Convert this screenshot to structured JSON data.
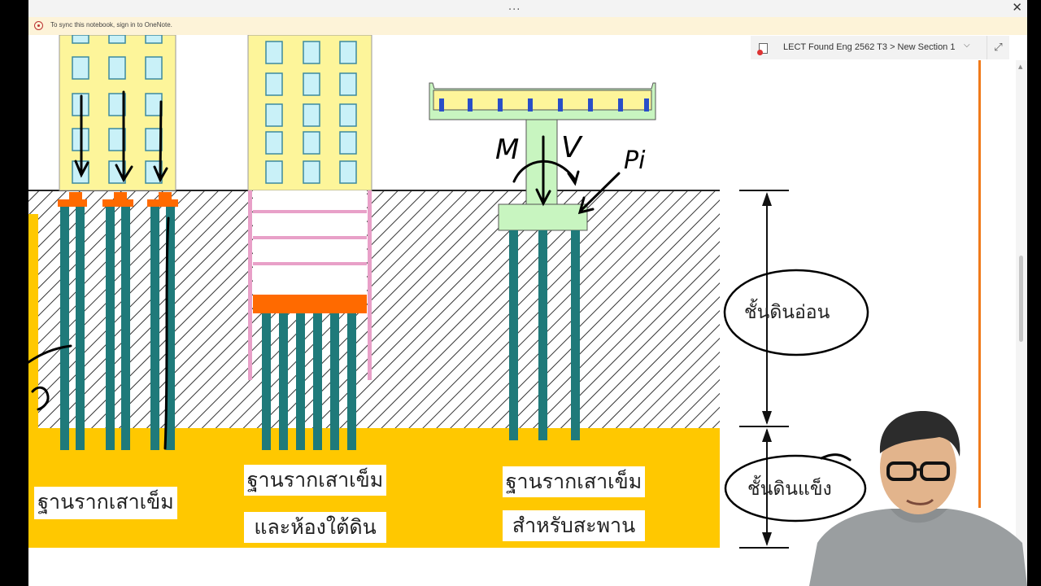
{
  "window": {
    "title_dots": "...",
    "close_glyph": "✕"
  },
  "sync_bar": {
    "text": "To sync this notebook, sign in to OneNote."
  },
  "nav": {
    "breadcrumb": "LECT Found Eng 2562 T3 > New Section 1",
    "chevron": "⌵",
    "expand_glyph": "⤢"
  },
  "diagram": {
    "label_pile_foundation": "ฐานรากเสาเข็ม",
    "label_pile_basement_line1": "ฐานรากเสาเข็ม",
    "label_pile_basement_line2": "และห้องใต้ดิน",
    "label_pile_bridge_line1": "ฐานรากเสาเข็ม",
    "label_pile_bridge_line2": "สำหรับสะพาน",
    "soft_soil": "ชั้นดินอ่อน",
    "hard_soil": "ชั้นดินแข็ง"
  },
  "annotations": {
    "moment": "M",
    "shear": "V",
    "pile_force": "Pi"
  },
  "colors": {
    "building": "#fdf59a",
    "window": "#c9f1f8",
    "hard_soil": "#ffc800",
    "pile": "#1f7a7a",
    "pile_cap": "#ff6a00",
    "cap_green": "#c8f5c0",
    "sheet_pile": "#e8a0c8",
    "accent": "#f07a1a"
  }
}
